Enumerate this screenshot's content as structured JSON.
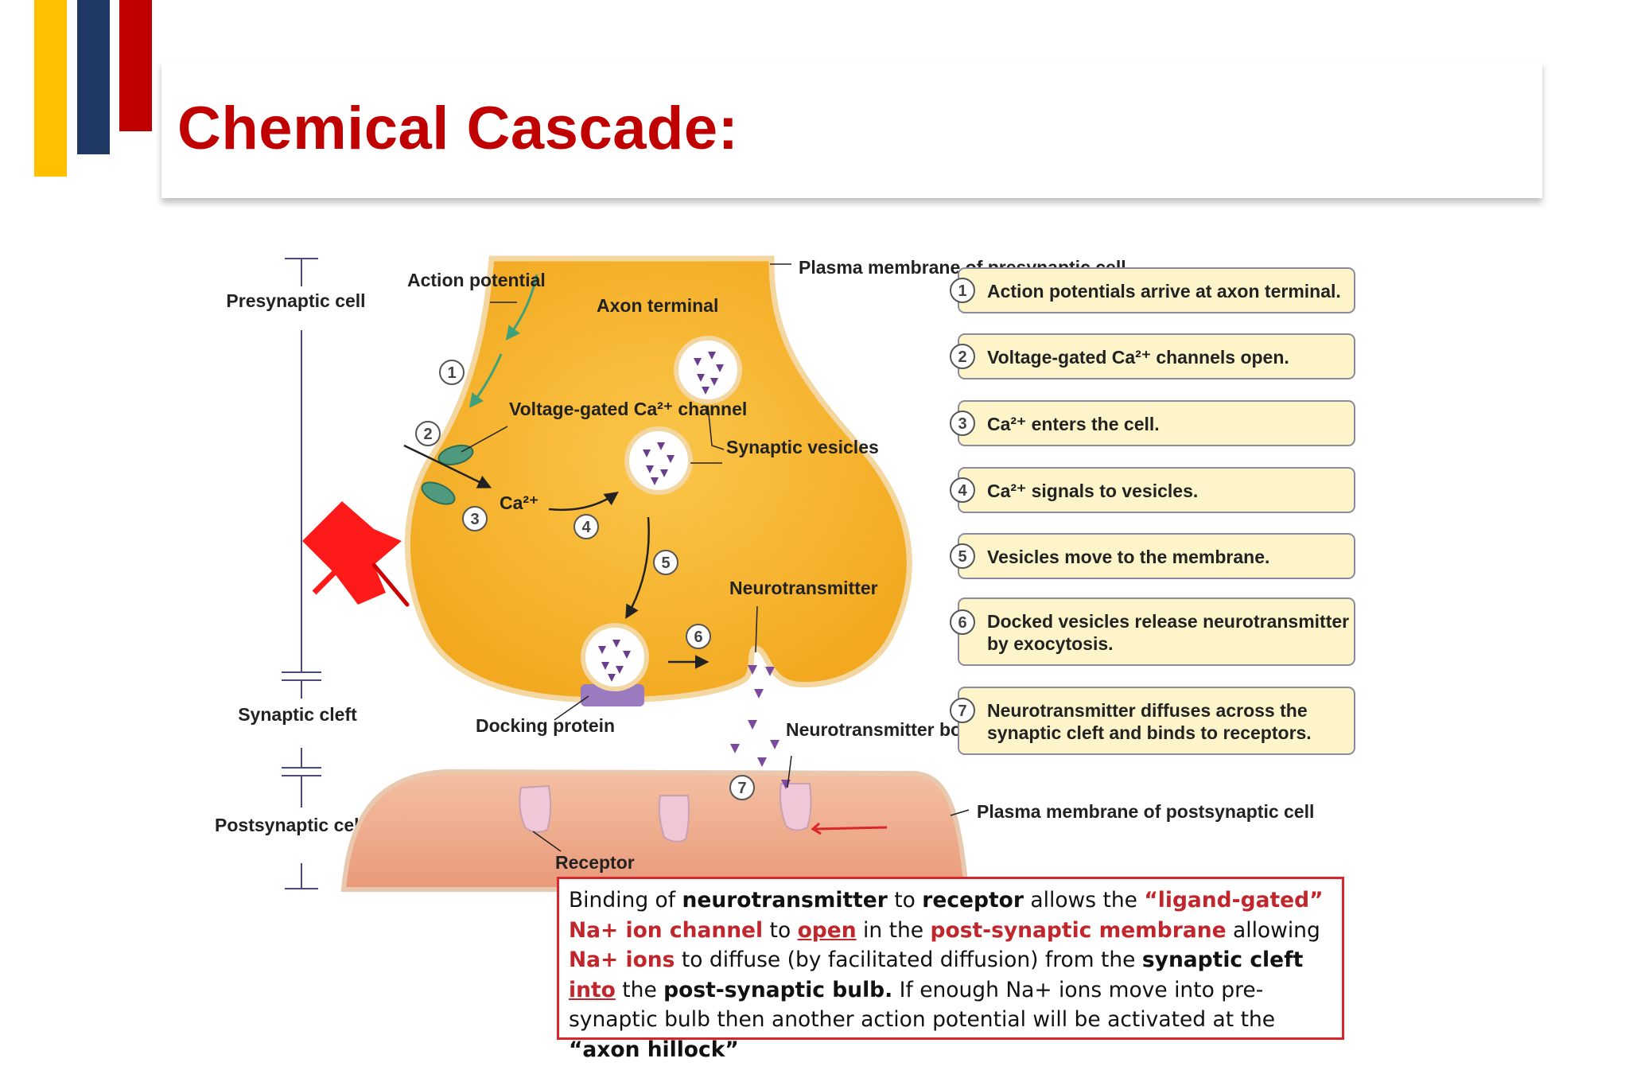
{
  "slide": {
    "title": "Chemical Cascade:",
    "accent_colors": {
      "yellow": "#ffc000",
      "blue": "#1f3864",
      "red": "#c00000"
    }
  },
  "diagram": {
    "region_labels": {
      "presynaptic": "Presynaptic cell",
      "synaptic_cleft": "Synaptic cleft",
      "postsynaptic": "Postsynaptic cell"
    },
    "labels": {
      "action_potential": "Action potential",
      "axon_terminal": "Axon terminal",
      "plasma_membrane_pre": "Plasma membrane of presynaptic cell",
      "voltage_gated": "Voltage-gated Ca²⁺ channel",
      "ca": "Ca²⁺",
      "synaptic_vesicles": "Synaptic vesicles",
      "neurotransmitter": "Neurotransmitter",
      "docking_protein": "Docking protein",
      "nt_bound": "Neurotransmitter bound to receptor",
      "plasma_membrane_post": "Plasma membrane of postsynaptic cell",
      "receptor": "Receptor"
    },
    "steps": [
      {
        "num": "1",
        "text": "Action potentials arrive at axon terminal."
      },
      {
        "num": "2",
        "text": "Voltage-gated Ca²⁺ channels open."
      },
      {
        "num": "3",
        "text": "Ca²⁺ enters the cell."
      },
      {
        "num": "4",
        "text": "Ca²⁺ signals to vesicles."
      },
      {
        "num": "5",
        "text": "Vesicles move to the membrane."
      },
      {
        "num": "6",
        "text": "Docked vesicles release neurotransmitter",
        "text2": "by exocytosis."
      },
      {
        "num": "7",
        "text": "Neurotransmitter diffuses across the",
        "text2": "synaptic cleft and binds to receptors."
      }
    ],
    "colors": {
      "terminal": "#f7b731",
      "post_cell": "#e9a07a",
      "vesicle_dot": "#6a3d8f",
      "step_box": "#fdf5c9"
    }
  },
  "callout": {
    "t1": "Binding of ",
    "b1": "neurotransmitter",
    "t2": " to ",
    "b2": "receptor",
    "t3": " allows the ",
    "r1": "“ligand-gated” Na+ ion channel",
    "t4": " to ",
    "r2": "open",
    "t5": " in the ",
    "r3": "post-synaptic membrane",
    "t6": " allowing ",
    "r4": "Na+ ions",
    "t7": " to diffuse (by facilitated diffusion) from the ",
    "b3": "synaptic cleft",
    "t8": " ",
    "r5": "into",
    "t9": " the ",
    "b4": "post-synaptic bulb.",
    "t10": " If enough Na+ ions move into pre-synaptic bulb then another action potential will be activated at the ",
    "b5": "“axon hillock”"
  }
}
